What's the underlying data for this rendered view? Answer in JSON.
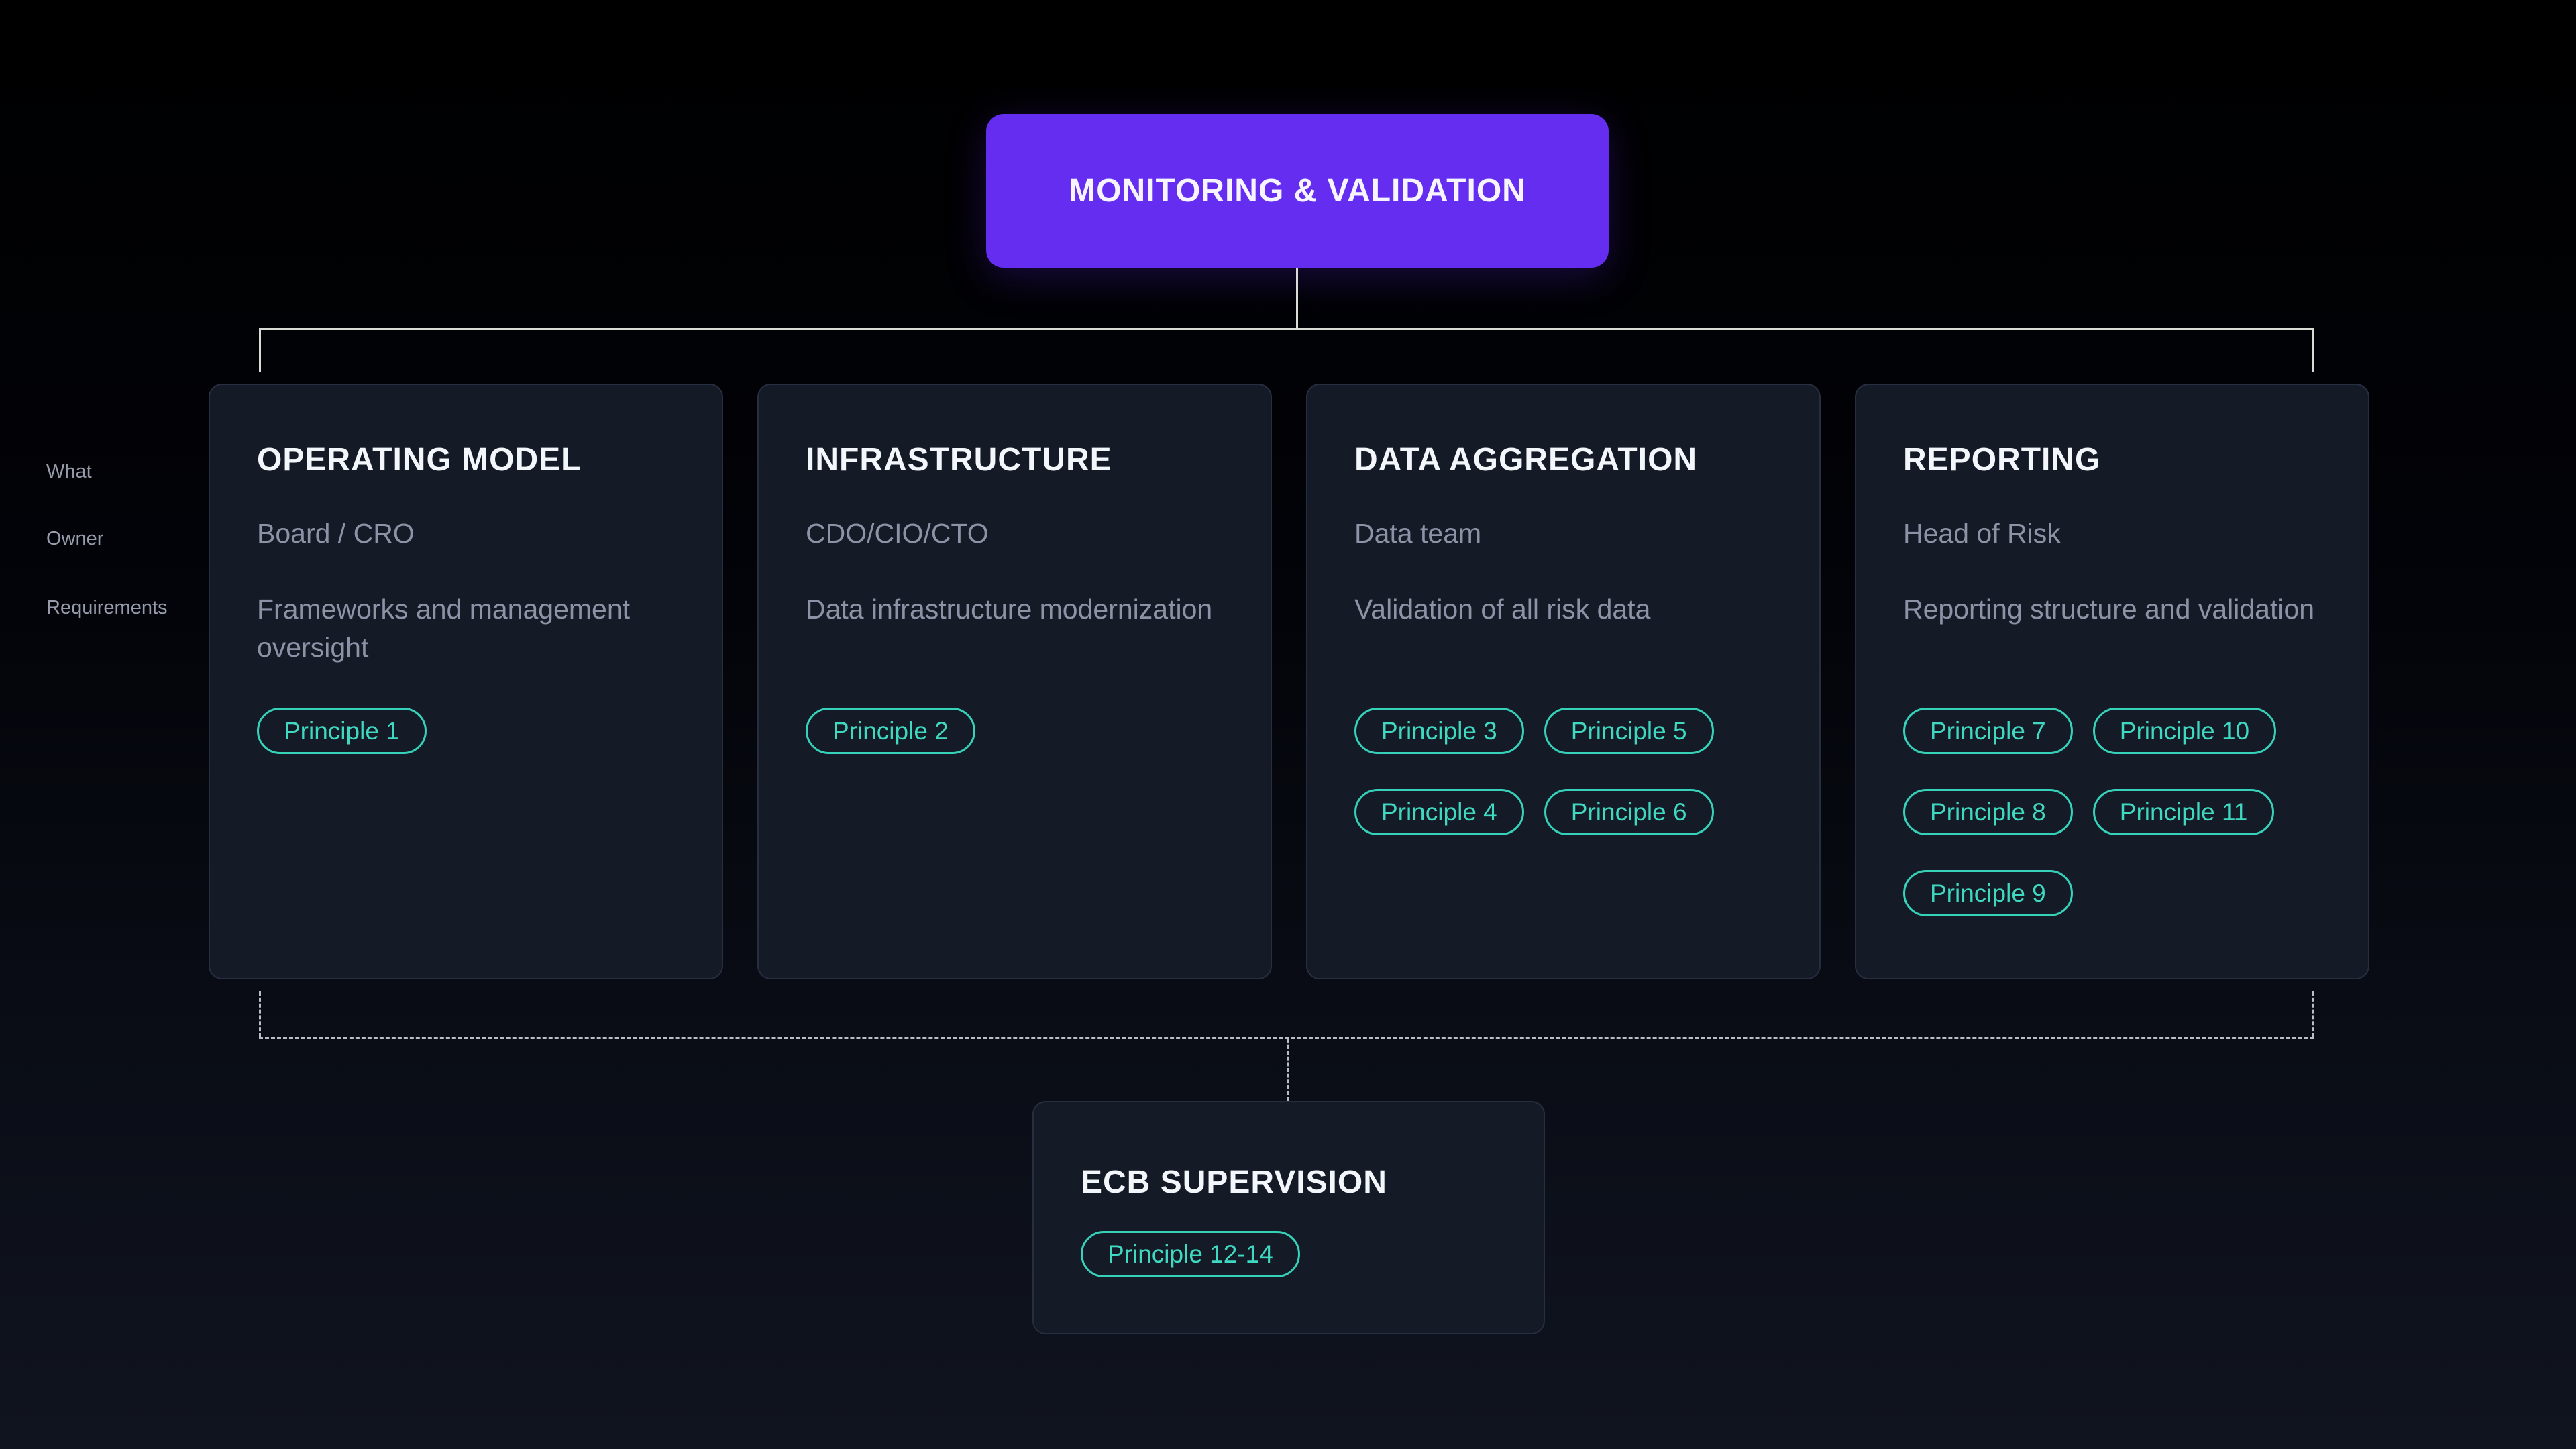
{
  "diagram_title": "MONITORING & VALIDATION",
  "row_labels": [
    "What",
    "Owner",
    "Requirements"
  ],
  "cards": [
    {
      "title": "OPERATING MODEL",
      "owner": "Board / CRO",
      "requirements": "Frameworks and management oversight",
      "principles": [
        "Principle 1"
      ]
    },
    {
      "title": "INFRASTRUCTURE",
      "owner": "CDO/CIO/CTO",
      "requirements": "Data infrastructure modernization",
      "principles": [
        "Principle 2"
      ]
    },
    {
      "title": "DATA AGGREGATION",
      "owner": "Data team",
      "requirements": "Validation of all risk data",
      "principles": [
        "Principle 3",
        "Principle 5",
        "Principle 4",
        "Principle 6"
      ]
    },
    {
      "title": "REPORTING",
      "owner": "Head of Risk",
      "requirements": "Reporting structure and validation",
      "principles": [
        "Principle 7",
        "Principle 10",
        "Principle 8",
        "Principle 11",
        "Principle 9"
      ]
    }
  ],
  "footer_card": {
    "title": "ECB SUPERVISION",
    "principles": [
      "Principle 12-14"
    ]
  },
  "colors": {
    "root_node_purple": "#642df0",
    "badge_teal": "#35d2b9",
    "card_background": "#151a27",
    "card_border": "#272e40",
    "title_white": "#f3f6fa",
    "body_gray": "#8d93a6",
    "solid_connector": "#d8dcd4",
    "dotted_connector": "#b9bec6",
    "background_bottom": "#10141f"
  }
}
